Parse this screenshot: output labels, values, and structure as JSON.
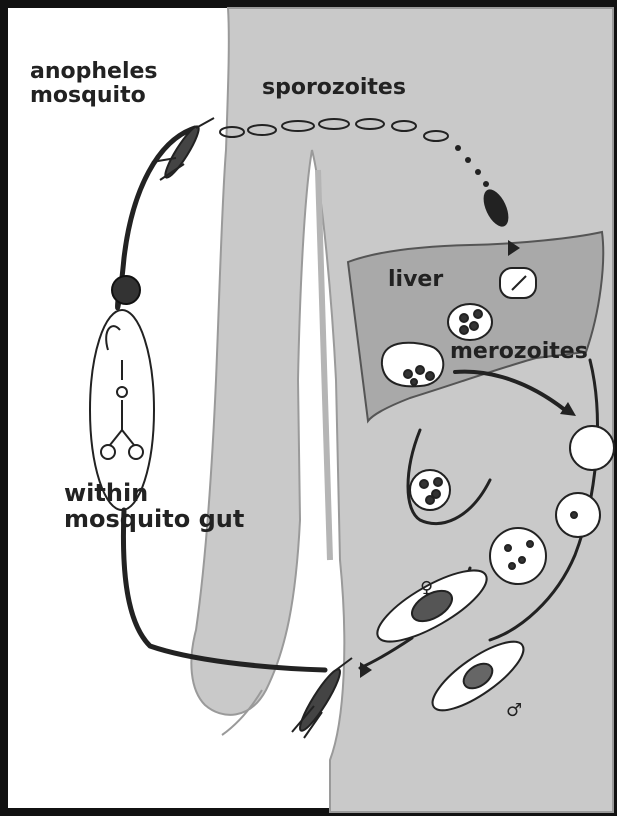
{
  "labels": {
    "anopheles": "anopheles",
    "mosquito": "mosquito",
    "sporozoites": "sporozoites",
    "liver": "liver",
    "merozoites": "merozoites",
    "within": "within",
    "mosquito_gut": "mosquito gut"
  },
  "symbols": {
    "female": "♀",
    "male": "♂"
  },
  "colors": {
    "body": "#c8c8c8",
    "liver": "#a9a9a9",
    "ink": "#222222",
    "frame": "#111111"
  }
}
